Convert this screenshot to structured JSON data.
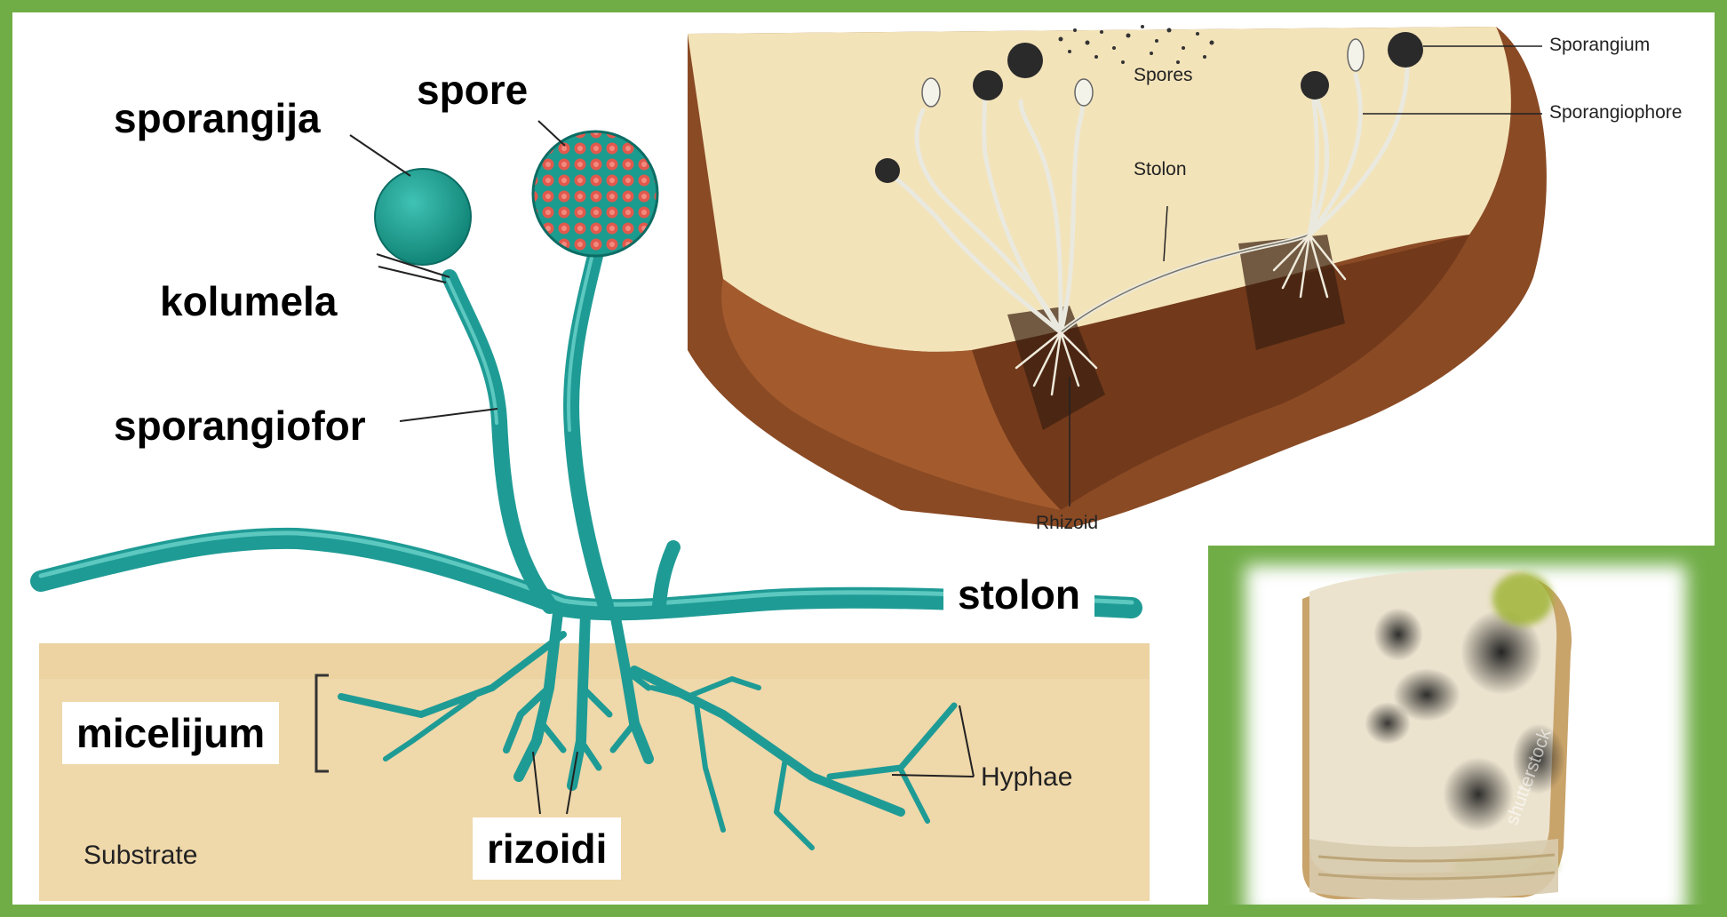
{
  "colors": {
    "border": "#70ad47",
    "hypha": "#1f9b95",
    "substrate": "#efd8aa",
    "sporangium": "#1c9b8f",
    "spore": "#e2584d",
    "bread_crust": "#8a4a24",
    "bread_crumb": "#f3e3b9"
  },
  "diagram": {
    "labels": {
      "sporangija": "sporangija",
      "spore": "spore",
      "kolumela": "kolumela",
      "sporangiofor": "sporangiofor",
      "stolon": "stolon",
      "micelijum": "micelijum",
      "rizoidi": "rizoidi",
      "hyphae": "Hyphae",
      "substrate": "Substrate"
    }
  },
  "illustration": {
    "labels": {
      "sporangium": "Sporangium",
      "sporangiophore": "Sporangiophore",
      "spores": "Spores",
      "stolon": "Stolon",
      "rhizoid": "Rhizoid"
    }
  },
  "photo": {
    "watermark": "shutterstock"
  }
}
